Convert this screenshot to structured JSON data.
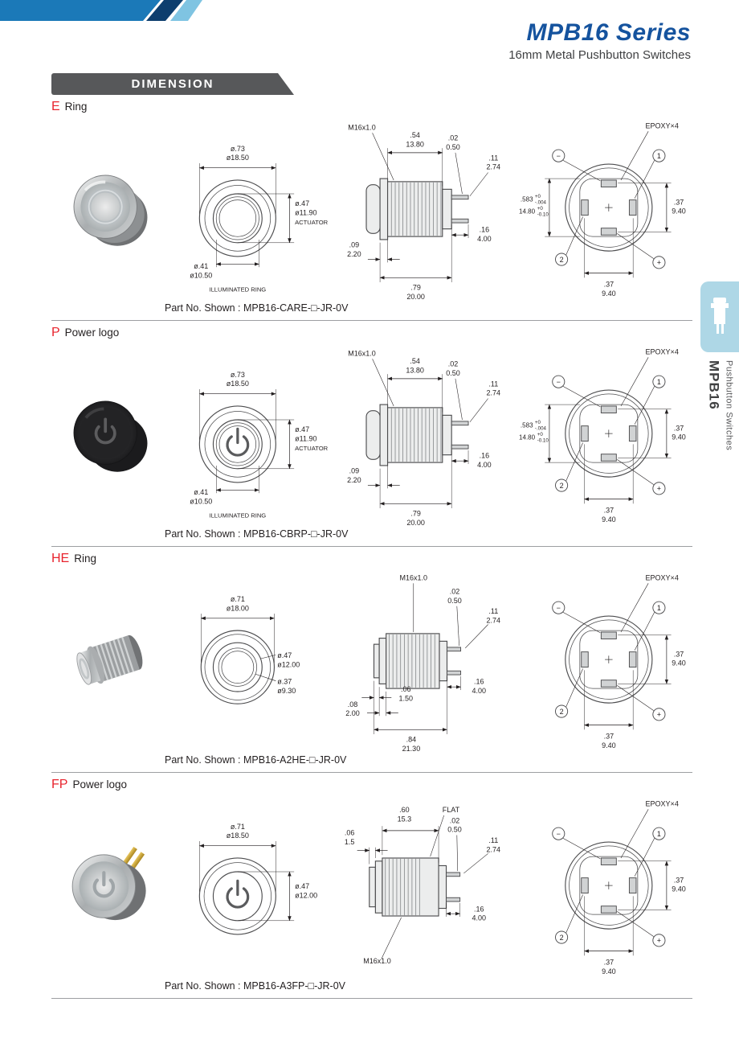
{
  "page": {
    "title": "MPB16 Series",
    "subtitle": "16mm Metal Pushbutton Switches",
    "dimension_label": "DIMENSION"
  },
  "colors": {
    "accent_blue": "#15539e",
    "brand_red": "#e8232d",
    "bar_gray": "#57585a",
    "tab_blue": "#aed7e6"
  },
  "side_tab": {
    "series": "MPB16",
    "category": "Pushbutton Switches"
  },
  "sections": [
    {
      "code": "E",
      "name": "Ring",
      "part_no": "Part No. Shown : MPB16-CARE-□-JR-0V",
      "front": {
        "dia1_in": "ø.73",
        "dia1_mm": "ø18.50",
        "dia2_in": "ø.47",
        "dia2_mm": "ø11.90",
        "dia2_note": "ACTUATOR",
        "dia3_in": "ø.41",
        "dia3_mm": "ø10.50",
        "dia3_note": "ILLUMINATED RING"
      },
      "side": {
        "thread": "M16x1.0",
        "thread_len_in": ".54",
        "thread_len_mm": "13.80",
        "pin_t_in": ".02",
        "pin_t_mm": "0.50",
        "pin_w_in": ".11",
        "pin_w_mm": "2.74",
        "pin_l_in": ".16",
        "pin_l_mm": "4.00",
        "lip_in": ".09",
        "lip_mm": "2.20",
        "len_in": ".79",
        "len_mm": "20.00"
      },
      "back": {
        "epoxy": "EPOXY×4",
        "flats_in": ".583",
        "flats_in_tol_hi": "+0",
        "flats_in_tol_lo": "-.004",
        "flats_mm": "14.80",
        "flats_mm_tol_hi": "+0",
        "flats_mm_tol_lo": "-0.10",
        "v_in": ".37",
        "v_mm": "9.40",
        "h_in": ".37",
        "h_mm": "9.40",
        "t_neg": "−",
        "t_one": "1",
        "t_two": "2",
        "t_pos": "+"
      }
    },
    {
      "code": "P",
      "name": "Power logo",
      "part_no": "Part No. Shown : MPB16-CBRP-□-JR-0V",
      "front": {
        "dia1_in": "ø.73",
        "dia1_mm": "ø18.50",
        "dia2_in": "ø.47",
        "dia2_mm": "ø11.90",
        "dia2_note": "ACTUATOR",
        "dia3_in": "ø.41",
        "dia3_mm": "ø10.50",
        "dia3_note": "ILLUMINATED RING"
      },
      "side": {
        "thread": "M16x1.0",
        "thread_len_in": ".54",
        "thread_len_mm": "13.80",
        "pin_t_in": ".02",
        "pin_t_mm": "0.50",
        "pin_w_in": ".11",
        "pin_w_mm": "2.74",
        "pin_l_in": ".16",
        "pin_l_mm": "4.00",
        "lip_in": ".09",
        "lip_mm": "2.20",
        "len_in": ".79",
        "len_mm": "20.00"
      },
      "back": {
        "epoxy": "EPOXY×4",
        "flats_in": ".583",
        "flats_in_tol_hi": "+0",
        "flats_in_tol_lo": "-.004",
        "flats_mm": "14.80",
        "flats_mm_tol_hi": "+0",
        "flats_mm_tol_lo": "-0.10",
        "v_in": ".37",
        "v_mm": "9.40",
        "h_in": ".37",
        "h_mm": "9.40",
        "t_neg": "−",
        "t_one": "1",
        "t_two": "2",
        "t_pos": "+"
      }
    },
    {
      "code": "HE",
      "name": "Ring",
      "part_no": "Part No. Shown : MPB16-A2HE-□-JR-0V",
      "front": {
        "dia1_in": "ø.71",
        "dia1_mm": "ø18.00",
        "dia2_in": "ø.47",
        "dia2_mm": "ø12.00",
        "dia3_in": "ø.37",
        "dia3_mm": "ø9.30"
      },
      "side": {
        "thread": "M16x1.0",
        "pin_t_in": ".02",
        "pin_t_mm": "0.50",
        "pin_w_in": ".11",
        "pin_w_mm": "2.74",
        "pin_l_in": ".16",
        "pin_l_mm": "4.00",
        "head_in": ".06",
        "head_mm": "1.50",
        "lip_in": ".08",
        "lip_mm": "2.00",
        "len_in": ".84",
        "len_mm": "21.30"
      },
      "back": {
        "epoxy": "EPOXY×4",
        "v_in": ".37",
        "v_mm": "9.40",
        "h_in": ".37",
        "h_mm": "9.40",
        "t_neg": "−",
        "t_one": "1",
        "t_two": "2",
        "t_pos": "+"
      }
    },
    {
      "code": "FP",
      "name": "Power logo",
      "part_no": "Part No. Shown : MPB16-A3FP-□-JR-0V",
      "front": {
        "dia1_in": "ø.71",
        "dia1_mm": "ø18.50",
        "dia2_in": "ø.47",
        "dia2_mm": "ø12.00"
      },
      "side": {
        "body_in": ".60",
        "body_mm": "15.3",
        "flat": "FLAT",
        "head_in": ".06",
        "head_mm": "1.5",
        "pin_t_in": ".02",
        "pin_t_mm": "0.50",
        "pin_w_in": ".11",
        "pin_w_mm": "2.74",
        "pin_l_in": ".16",
        "pin_l_mm": "4.00",
        "thread": "M16x1.0"
      },
      "back": {
        "epoxy": "EPOXY×4",
        "v_in": ".37",
        "v_mm": "9.40",
        "h_in": ".37",
        "h_mm": "9.40",
        "t_neg": "−",
        "t_one": "1",
        "t_two": "2",
        "t_pos": "+"
      }
    }
  ]
}
